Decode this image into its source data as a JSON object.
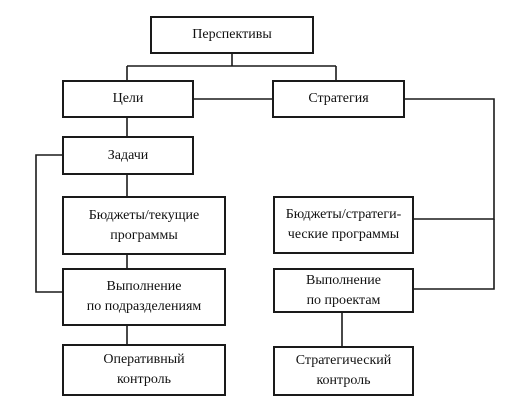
{
  "nodes": {
    "perspectives": "Перспективы",
    "goals": "Цели",
    "strategy": "Стратегия",
    "tasks": "Задачи",
    "budgets_current": "Бюджеты/текущие\nпрограммы",
    "budgets_strategic": "Бюджеты/стратеги-\nческие программы",
    "execution_units": "Выполнение\nпо подразделениям",
    "execution_projects": "Выполнение\nпо проектам",
    "operational_control": "Оперативный\nконтроль",
    "strategic_control": "Стратегический\nконтроль"
  }
}
